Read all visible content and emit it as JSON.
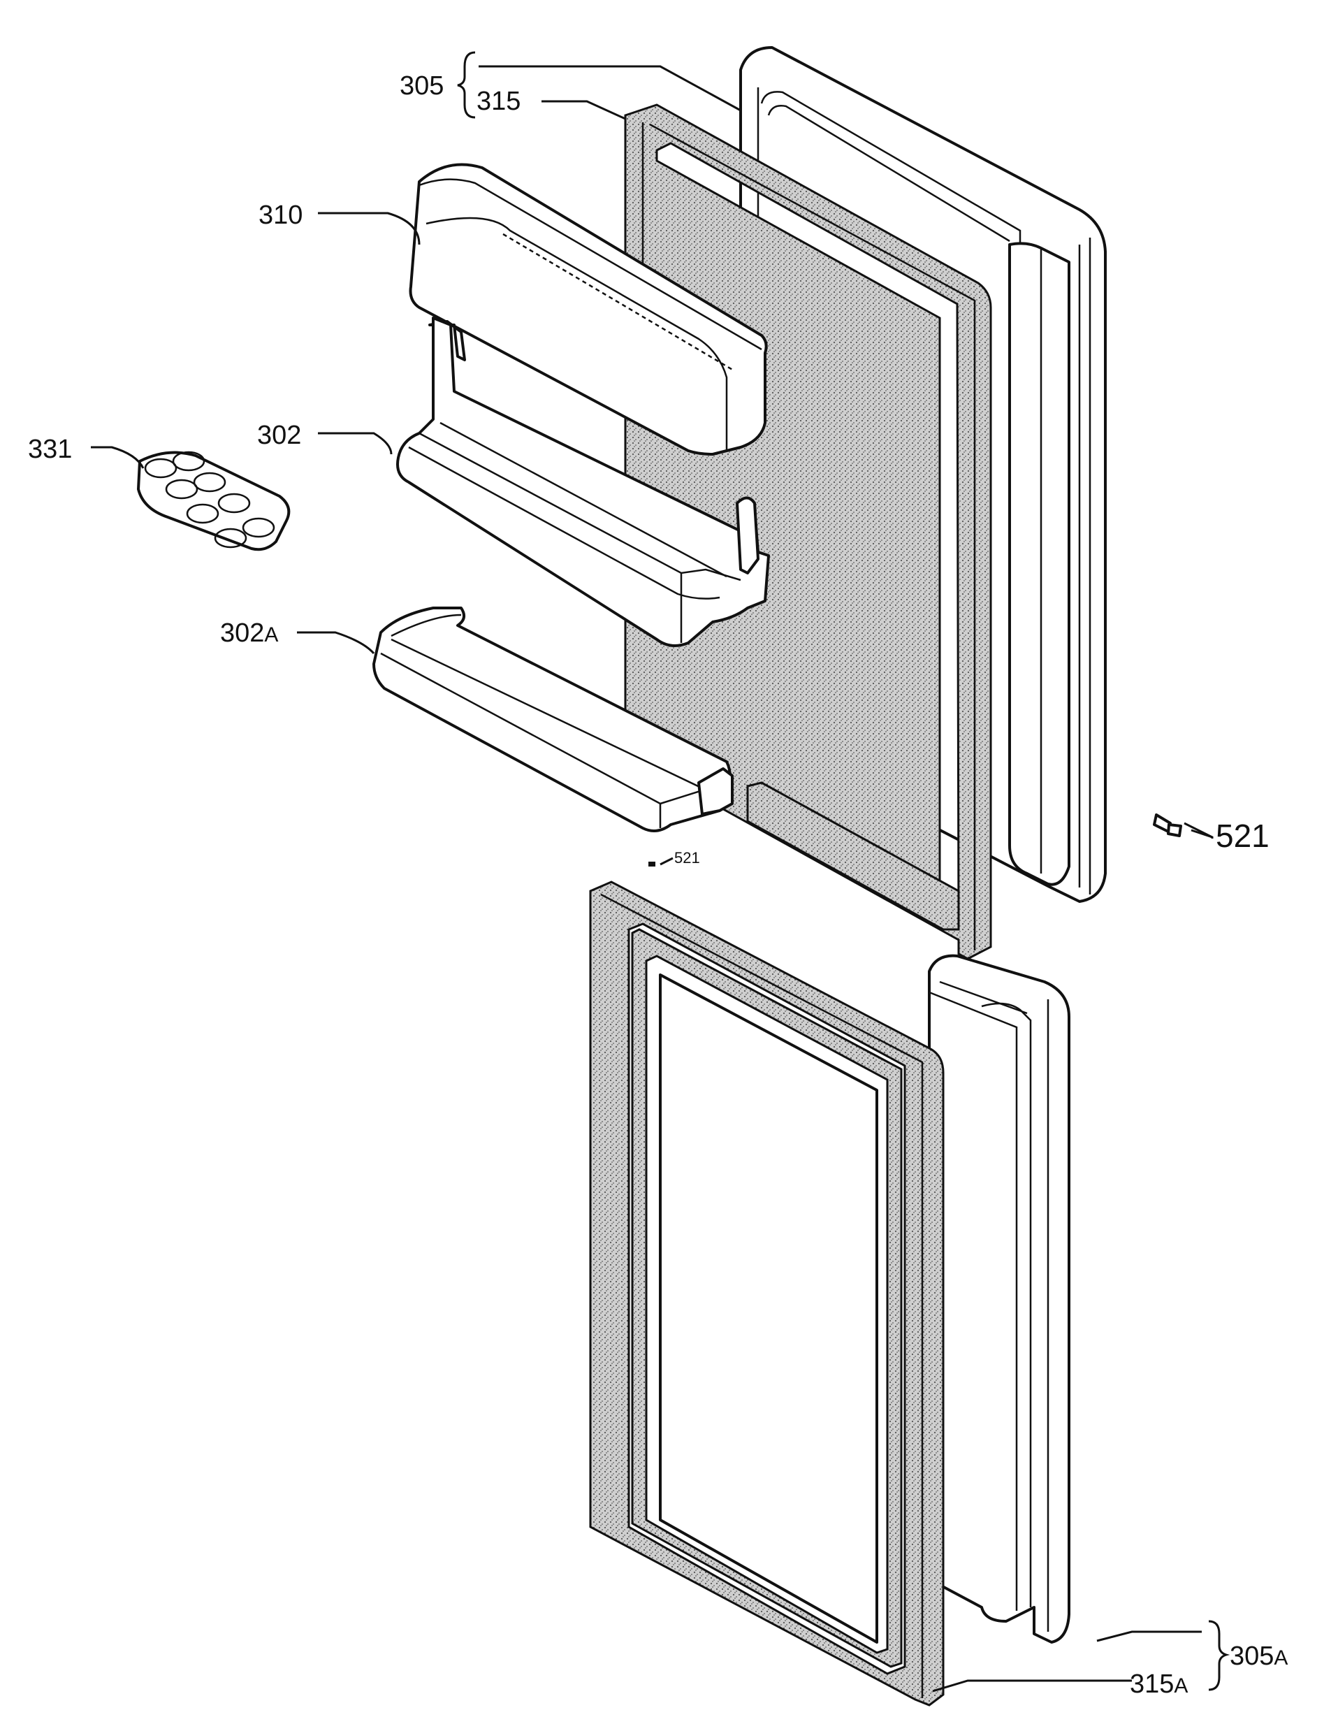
{
  "labels": {
    "l305": "305",
    "l315": "315",
    "l310": "310",
    "l302": "302",
    "l331": "331",
    "l302a": "302",
    "l302a_sub": "A",
    "l521_small": "521",
    "l521": "521",
    "l305a": "305",
    "l305a_sub": "A",
    "l315a": "315",
    "l315a_sub": "A"
  },
  "colors": {
    "line": "#111111",
    "background": "#ffffff"
  }
}
